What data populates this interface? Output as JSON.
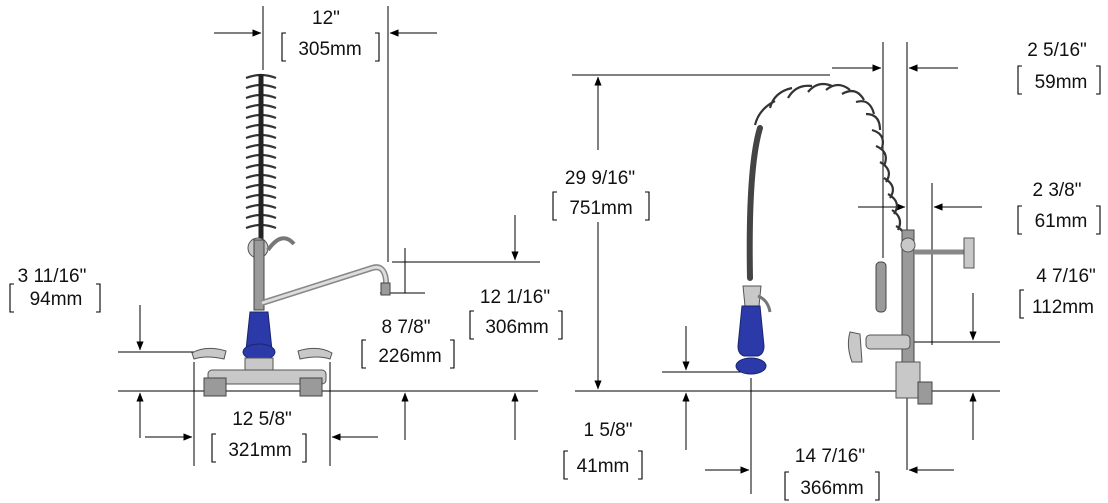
{
  "colors": {
    "lines": "#000000",
    "chrome": "#c8c8c8",
    "handle_blue": "#2b3aa8",
    "background": "#ffffff"
  },
  "dimensions": {
    "width_total": {
      "imperial": "12\"",
      "metric": "305mm"
    },
    "height_spout": {
      "imperial": "12 1/16\"",
      "metric": "306mm"
    },
    "spout_reach": {
      "imperial": "8 7/8\"",
      "metric": "226mm"
    },
    "handle_height": {
      "imperial": "3 11/16\"",
      "metric": "94mm"
    },
    "centers": {
      "imperial": "12 5/8\"",
      "metric": "321mm"
    },
    "overall_height": {
      "imperial": "29 9/16\"",
      "metric": "751mm"
    },
    "riser_offset_top": {
      "imperial": "2 5/16\"",
      "metric": "59mm"
    },
    "riser_offset_mid": {
      "imperial": "2 3/8\"",
      "metric": "61mm"
    },
    "valve_height": {
      "imperial": "4 7/16\"",
      "metric": "112mm"
    },
    "spray_height": {
      "imperial": "1 5/8\"",
      "metric": "41mm"
    },
    "spray_reach": {
      "imperial": "14 7/16\"",
      "metric": "366mm"
    }
  }
}
